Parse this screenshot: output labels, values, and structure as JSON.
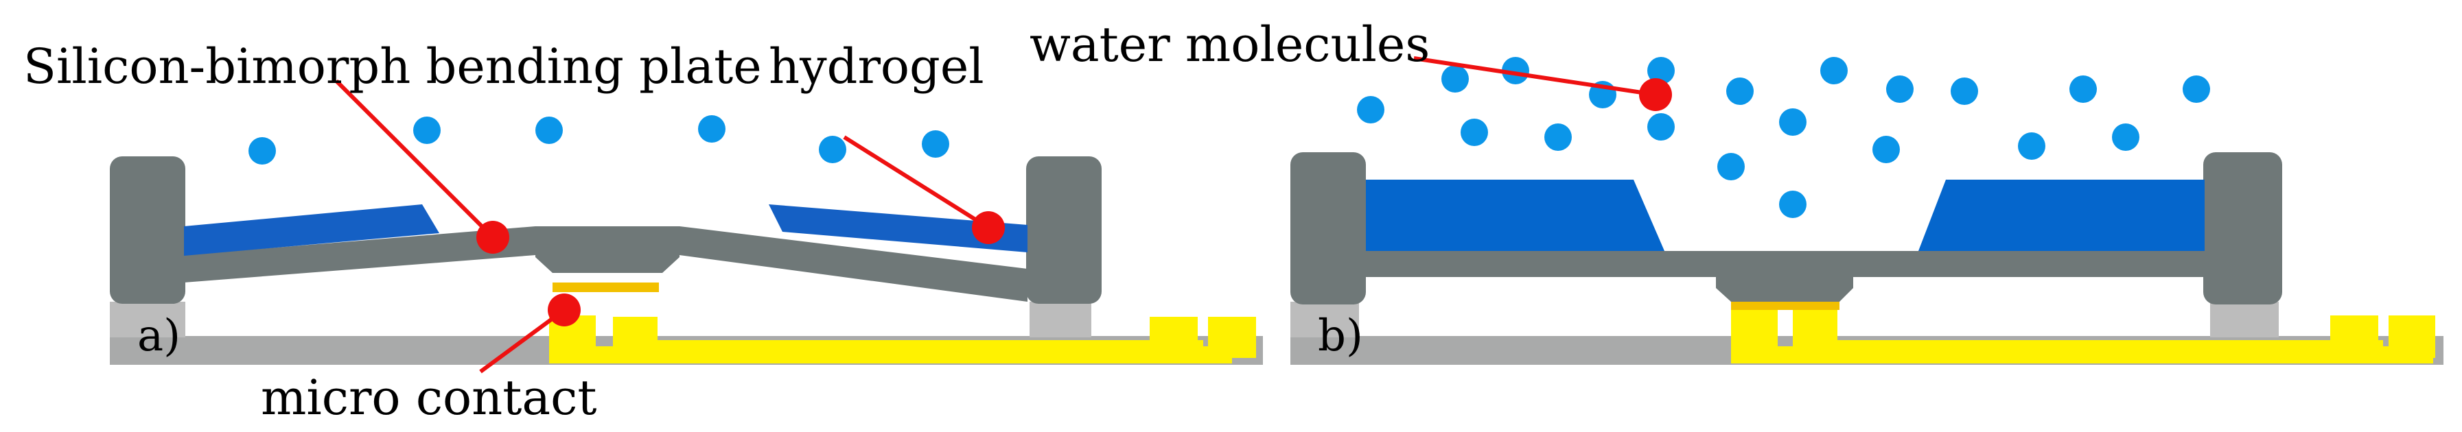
{
  "labels": {
    "bending_plate": "Silicon-bimorph bending plate",
    "hydrogel": "hydrogel",
    "water_molecules": "water molecules",
    "micro_contact": "micro contact",
    "panel_a": "a)",
    "panel_b": "b)"
  },
  "colors": {
    "frame": "#6f7878",
    "substrate": "#a9aaaa",
    "hydrogel_a": "#1560c4",
    "hydrogel_b": "#0566cc",
    "water": "#0b96e9",
    "contact": "#fff200",
    "contact_tip": "#f2c000",
    "marker": "#ee1111"
  }
}
